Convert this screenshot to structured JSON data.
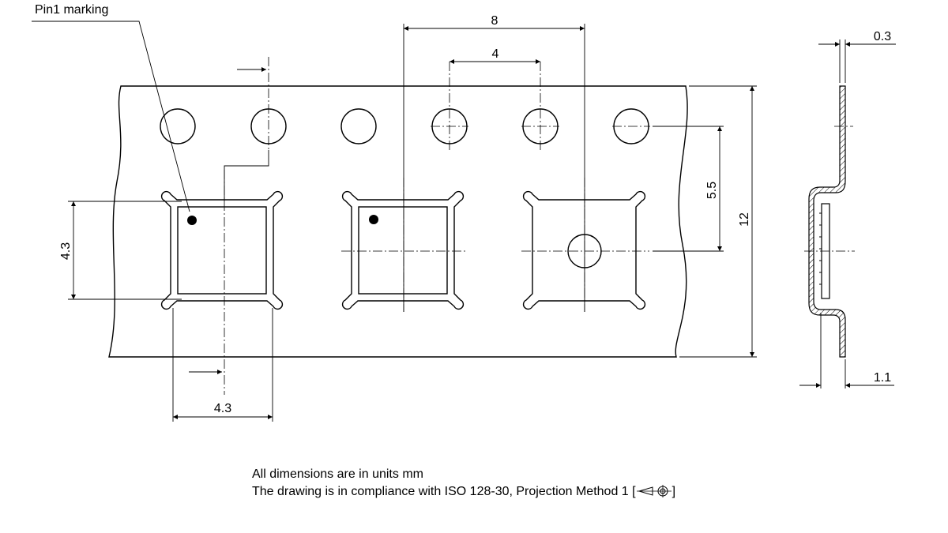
{
  "labels": {
    "pin1": "Pin1 marking",
    "pitch_pockets": "8",
    "pitch_holes": "4",
    "hole_to_pocket": "5.5",
    "tape_width": "12",
    "pocket_height": "4.3",
    "pocket_width": "4.3",
    "tape_thickness": "0.3",
    "pocket_depth": "1.1"
  },
  "notes": {
    "line1": "All dimensions are in units mm",
    "line2_prefix": "The drawing is in compliance with ISO 128-30, Projection Method 1 [",
    "line2_suffix": "]"
  },
  "colors": {
    "line": "#000000",
    "background": "#ffffff",
    "hatch": "#000000"
  },
  "icons": {
    "projection": "first-angle-projection-symbol"
  }
}
